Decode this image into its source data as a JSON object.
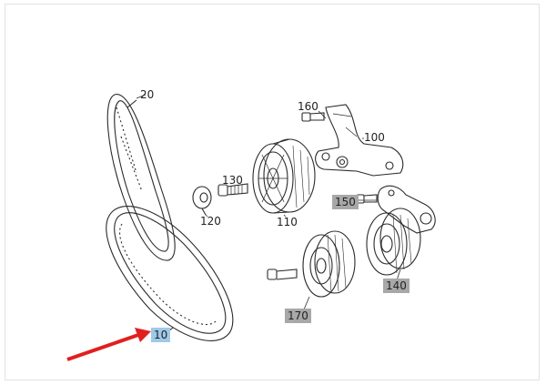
{
  "callouts": {
    "c10": "10",
    "c20": "20",
    "c100": "100",
    "c110": "110",
    "c120": "120",
    "c130": "130",
    "c140": "140",
    "c150": "150",
    "c160": "160",
    "c170": "170"
  },
  "colors": {
    "line": "#2a2a2a",
    "arrow": "#e0201e",
    "highlight_gray": "#a8a8a8",
    "highlight_blue": "#9ec9ea"
  }
}
